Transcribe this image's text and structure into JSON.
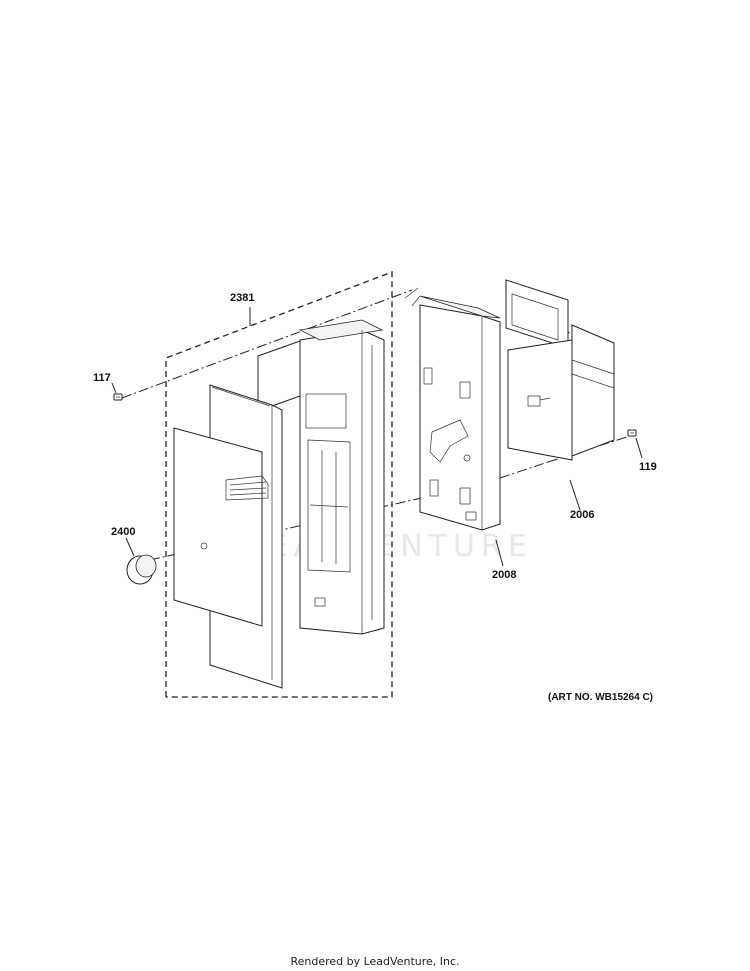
{
  "parts": [
    {
      "id": "2381",
      "label": "2381"
    },
    {
      "id": "117",
      "label": "117"
    },
    {
      "id": "2400",
      "label": "2400"
    },
    {
      "id": "2008",
      "label": "2008"
    },
    {
      "id": "2006",
      "label": "2006"
    },
    {
      "id": "119",
      "label": "119"
    }
  ],
  "art_number": "(ART NO. WB15264 C)",
  "watermark": "LEADVENTURE",
  "footer": "Rendered by LeadVenture, Inc."
}
